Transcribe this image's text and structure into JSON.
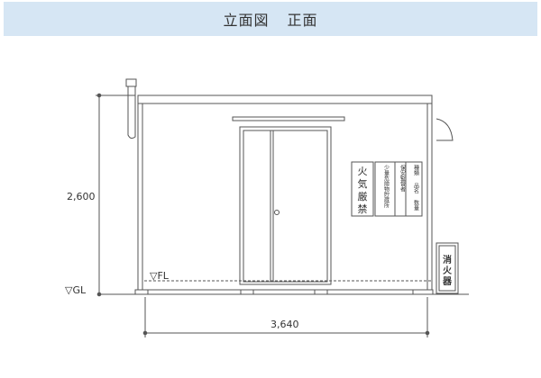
{
  "header": {
    "title_left": "立面図",
    "title_right": "正面"
  },
  "dimensions": {
    "height": "2,600",
    "width": "3,640"
  },
  "markers": {
    "gl": "▽GL",
    "fl": "▽FL"
  },
  "signs": {
    "fire_forbidden": [
      "火",
      "気",
      "厳",
      "禁"
    ],
    "info_columns": [
      "種類",
      "品名",
      "数量",
      "保安監督者",
      "少量危険物貯蔵所"
    ],
    "extinguisher": [
      "消",
      "火",
      "器"
    ]
  }
}
